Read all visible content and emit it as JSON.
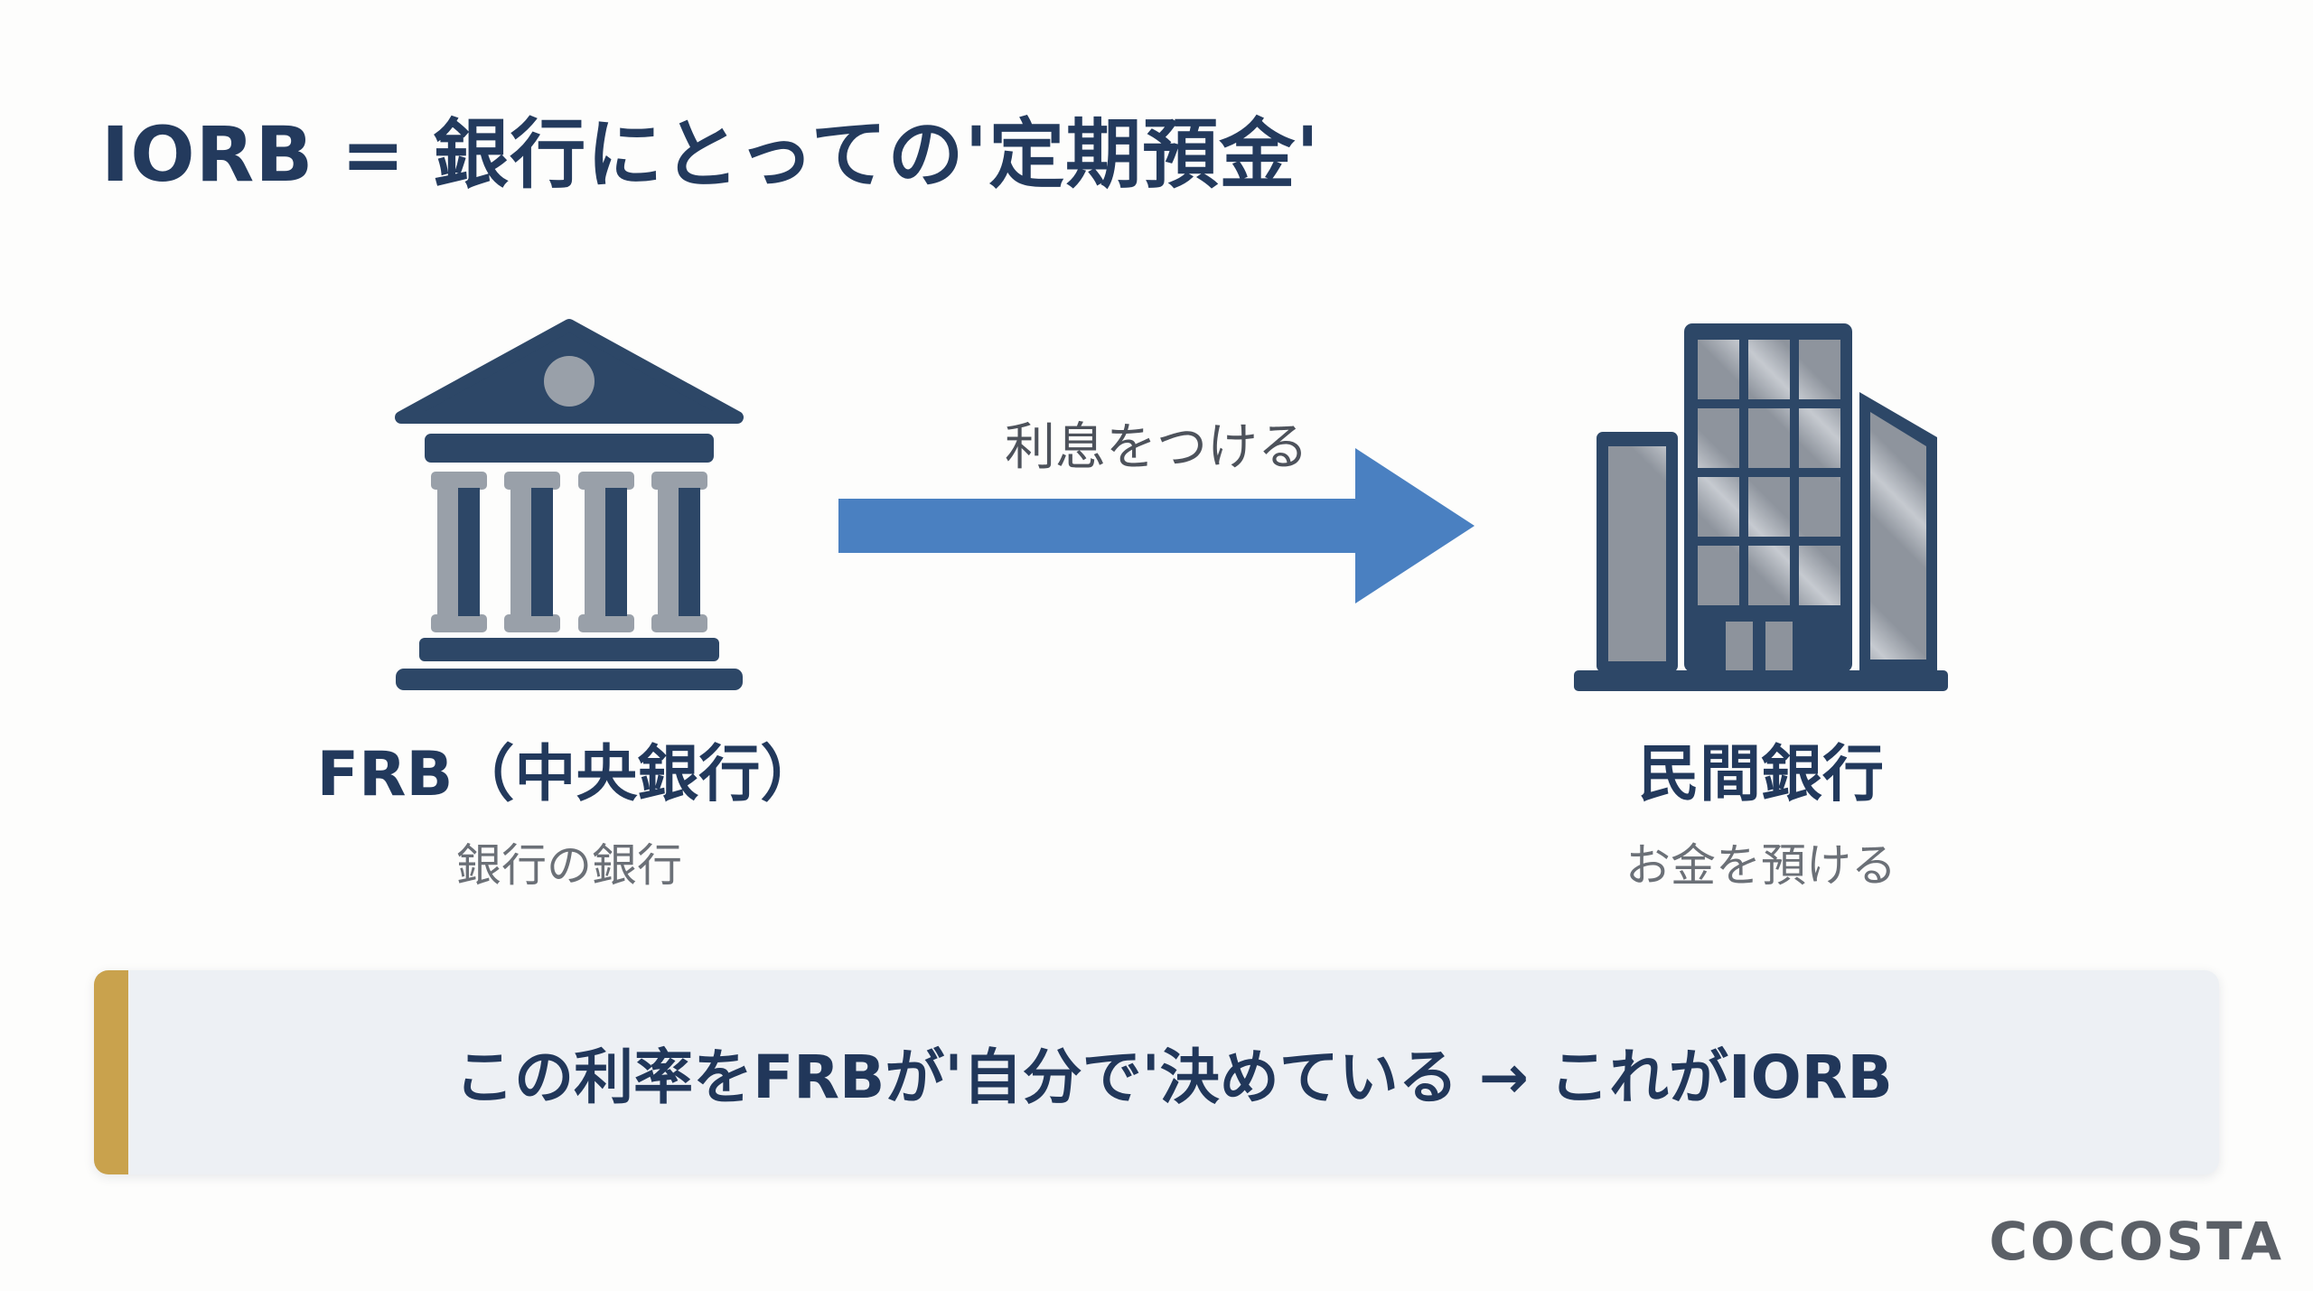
{
  "title": {
    "text": "IORB = 銀行にとっての'定期預金'"
  },
  "diagram": {
    "left": {
      "icon": "bank-building-icon",
      "label": "FRB（中央銀行）",
      "sublabel": "銀行の銀行"
    },
    "arrow": {
      "label": "利息をつける",
      "direction": "right",
      "color": "#4a80c1"
    },
    "right": {
      "icon": "office-building-icon",
      "label": "民間銀行",
      "sublabel": "お金を預ける"
    }
  },
  "callout": {
    "text": "この利率をFRBが'自分で'決めている → これがIORB",
    "accent_color": "#c9a24d",
    "background": "#edf0f4"
  },
  "footer": {
    "brand": "COCOSTA"
  },
  "colors": {
    "navy_text": "#22395c",
    "icon_navy": "#2d4767",
    "icon_gray": "#99a0a9",
    "sub_gray": "#6b7077",
    "arrow_blue": "#4a80c1",
    "gold_accent": "#c9a24d",
    "brand_gray": "#5b6067",
    "page_background": "#fdfdfc"
  }
}
